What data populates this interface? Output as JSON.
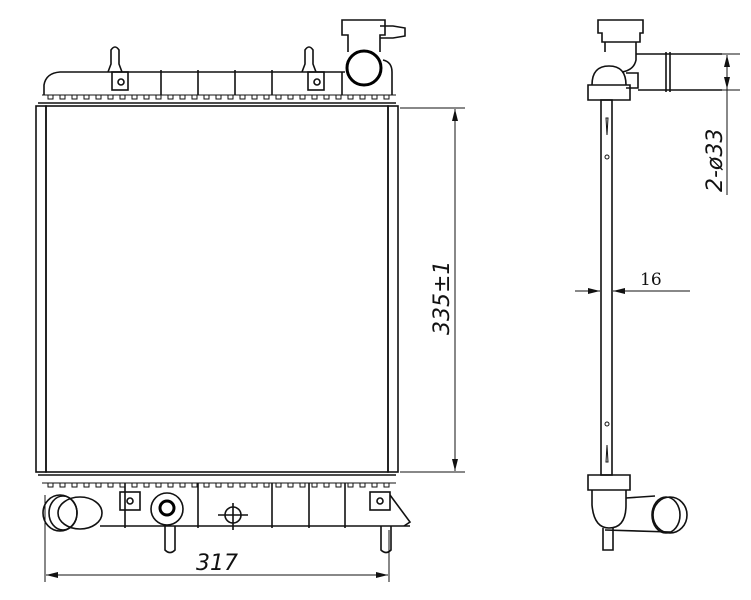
{
  "drawing": {
    "subject": "radiator",
    "dimensions": {
      "width": "317",
      "height": "335±1",
      "core_thickness": "16",
      "pipe_diameter": "2-ø33"
    },
    "line_color": "#111111",
    "background": "#ffffff"
  }
}
